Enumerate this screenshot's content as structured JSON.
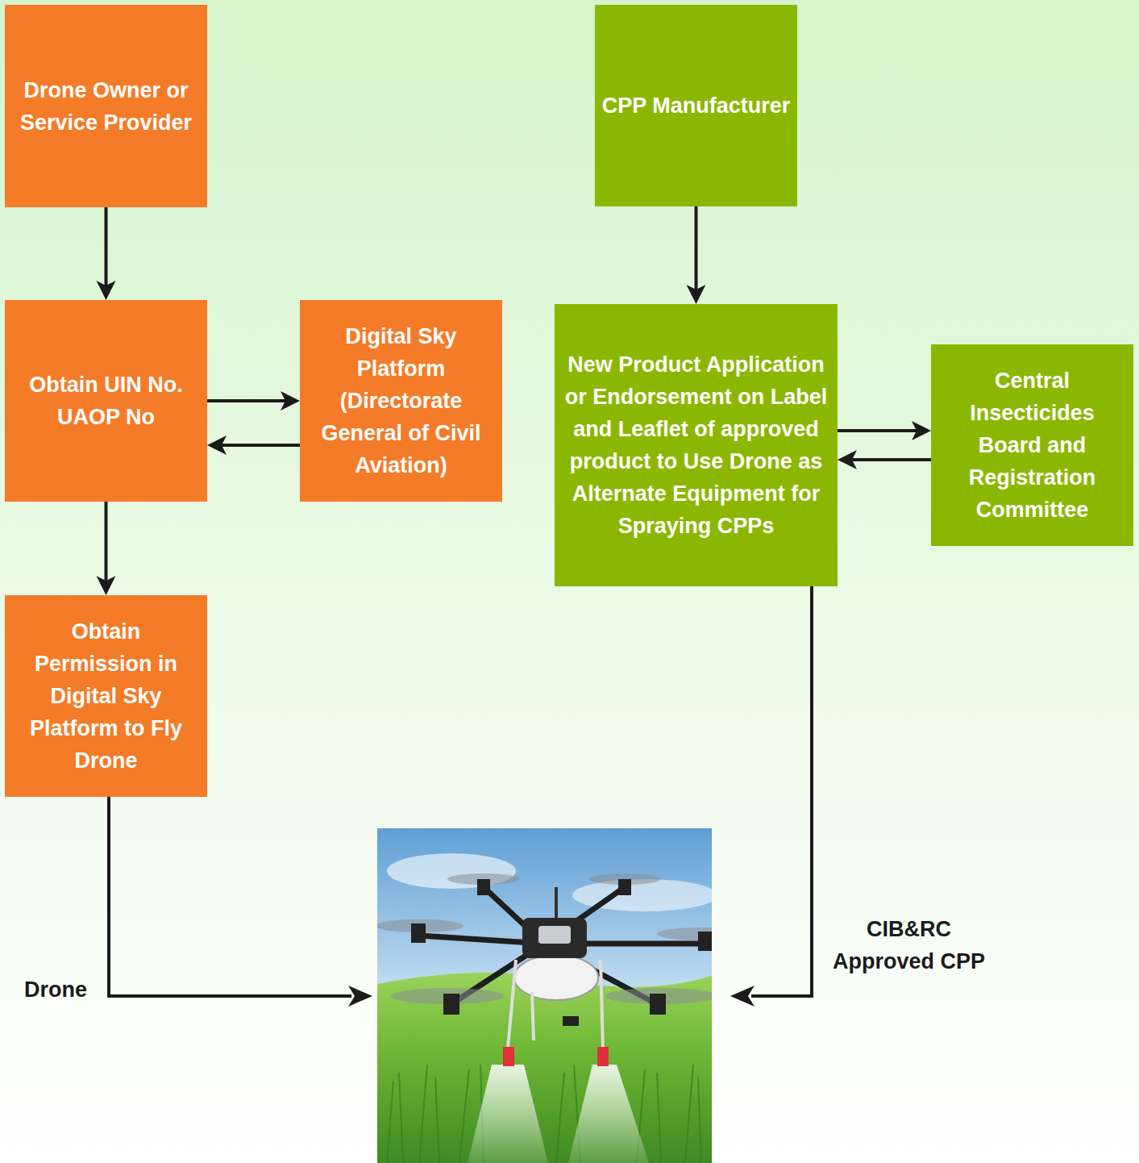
{
  "diagram": {
    "nodes": [
      {
        "text": [
          "Drone Owner or Service Provider"
        ]
      },
      {
        "text": [
          "Obtain UIN No. UAOP No"
        ]
      },
      {
        "text": [
          "Digital Sky Platform (Directorate General of Civil Aviation)"
        ]
      },
      {
        "text": [
          "Obtain Permission in Digital Sky Platform to Fly Drone"
        ]
      },
      {
        "text": [
          "CPP Manufacturer"
        ]
      },
      {
        "text": [
          "New Product Application or Endorsement on Label and Leaflet of approved product to Use Drone as Alternate Equipment for Spraying CPPs"
        ]
      },
      {
        "text": [
          "Central Insecticides Board and Registration Committee"
        ]
      }
    ],
    "edges": [
      {
        "from": 0,
        "to": 1,
        "arrow": "to"
      },
      {
        "from": 1,
        "to": 2,
        "arrow": "to"
      },
      {
        "from": 2,
        "to": 1,
        "arrow": "to"
      },
      {
        "from": 1,
        "to": 3,
        "arrow": "to"
      },
      {
        "from": 4,
        "to": 5,
        "arrow": "to"
      },
      {
        "from": 5,
        "to": 6,
        "arrow": "to"
      },
      {
        "from": 6,
        "to": 5,
        "arrow": "to"
      }
    ],
    "labels": [
      "Drone",
      "CIB&RC Approved CPP"
    ]
  }
}
